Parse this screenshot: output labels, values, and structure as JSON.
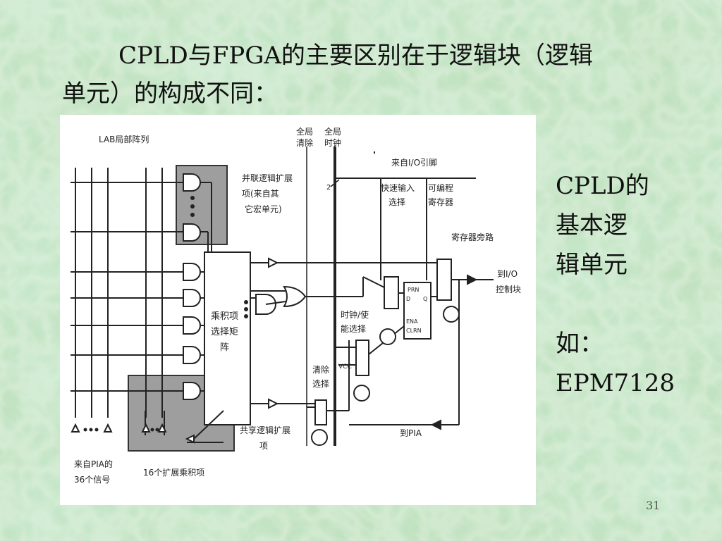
{
  "slide": {
    "title_line1": "CPLD与FPGA的主要区别在于逻辑块（逻辑",
    "title_line2": "单元）的构成不同：",
    "side_lines": [
      "CPLD的",
      "基本逻",
      "辑单元",
      "",
      "如：",
      "EPM7128"
    ],
    "page_number": "31"
  },
  "diagram": {
    "labels": {
      "lab_array": "LAB局部阵列",
      "global_clear_1": "全局",
      "global_clear_2": "清除",
      "global_clock_1": "全局",
      "global_clock_2": "时钟",
      "from_io_pin": "来自I/O引脚",
      "parallel_exp_1": "并联逻辑扩展",
      "parallel_exp_2": "项(来自其",
      "parallel_exp_3": "它宏单元)",
      "fast_input_1": "快速输入",
      "fast_input_2": "选择",
      "prog_reg_1": "可编程",
      "prog_reg_2": "寄存器",
      "reg_bypass": "寄存器旁路",
      "to_io_1": "到I/O",
      "to_io_2": "控制块",
      "pt_matrix_1": "乘积项",
      "pt_matrix_2": "选择矩",
      "pt_matrix_3": "阵",
      "clk_en_1": "时钟/使",
      "clk_en_2": "能选择",
      "clear_sel_1": "清除",
      "clear_sel_2": "选择",
      "vcc": "VCC",
      "prn": "PRN",
      "d": "D",
      "q": "Q",
      "ena": "ENA",
      "clrn": "CLRN",
      "two": "2",
      "shared_exp_1": "共享逻辑扩展",
      "shared_exp_2": "项",
      "to_pia": "到PIA",
      "from_pia_1": "来自PIA的",
      "from_pia_2": "36个信号",
      "expand_16": "16个扩展乘积项"
    }
  }
}
